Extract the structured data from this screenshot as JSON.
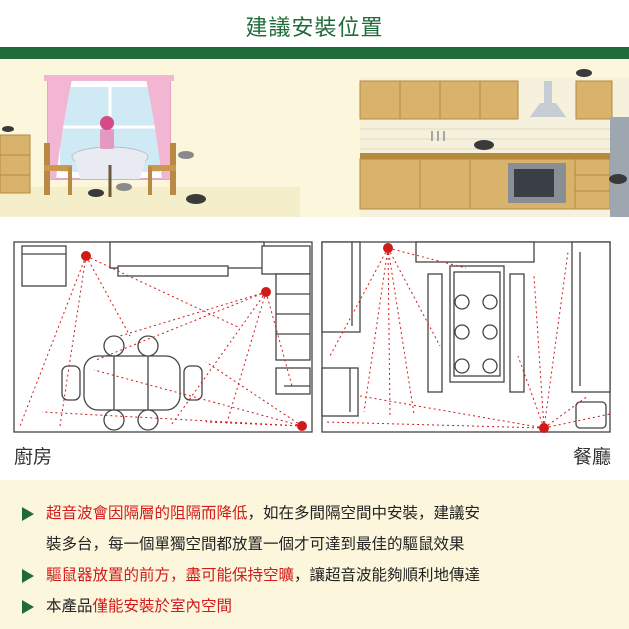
{
  "title": "建議安裝位置",
  "rooms": {
    "kitchen": "廚房",
    "dining": "餐廳"
  },
  "notes": [
    {
      "red": "超音波會因隔層的阻隔而降低",
      "rest": "，如在多間隔空間中安裝，建議安"
    },
    {
      "red": "",
      "rest": "裝多台，每一個單獨空間都放置一個才可達到最佳的驅鼠效果"
    },
    {
      "red": "驅鼠器放置的前方，盡可能保持空曠",
      "rest": "，讓超音波能夠順利地傳達"
    },
    {
      "pre": "本產品",
      "red": "僅能安裝於室內空間",
      "rest": ""
    }
  ],
  "colors": {
    "green": "#1f6b3a",
    "cream": "#fbf6dc",
    "red": "#d11a1a",
    "wood": "#d9b36c"
  }
}
